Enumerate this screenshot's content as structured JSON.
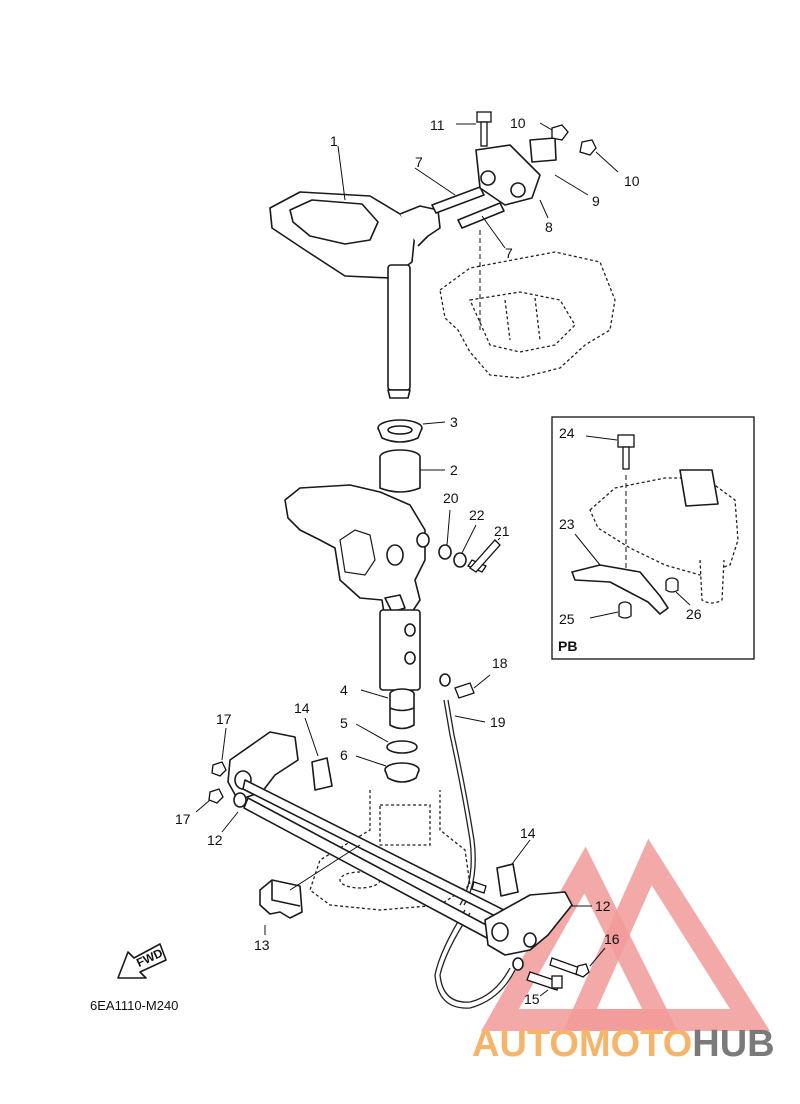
{
  "callouts": {
    "c1": "1",
    "c2": "2",
    "c3": "3",
    "c4": "4",
    "c5": "5",
    "c6": "6",
    "c7a": "7",
    "c7b": "7",
    "c8": "8",
    "c9": "9",
    "c10a": "10",
    "c10b": "10",
    "c11": "11",
    "c12a": "12",
    "c12b": "12",
    "c13": "13",
    "c14a": "14",
    "c14b": "14",
    "c15": "15",
    "c16": "16",
    "c17a": "17",
    "c17b": "17",
    "c18": "18",
    "c19": "19",
    "c20": "20",
    "c21": "21",
    "c22": "22",
    "c23": "23",
    "c24": "24",
    "c25": "25",
    "c26": "26"
  },
  "inset": {
    "label": "PB"
  },
  "fwd_label": "FWD",
  "reference_code": "6EA1110-M240",
  "watermark": {
    "word_part1": "AUTOMOTO",
    "word_part2": "HUB",
    "color_part1": "#f5b46a",
    "color_part2": "#7a7a7a",
    "triangle_color": "#f29a9a"
  }
}
